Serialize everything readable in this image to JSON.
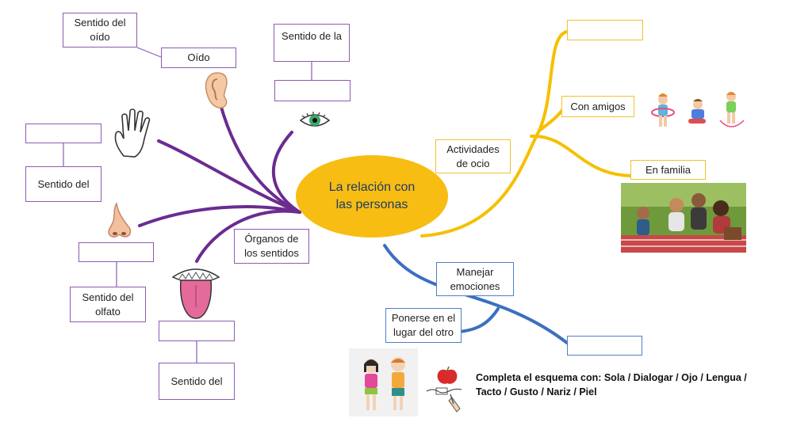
{
  "center": {
    "label": "La relación con\nlas personas"
  },
  "purple_branch": {
    "organos": "Órganos de\nlos sentidos",
    "oido_label": "Oído",
    "sentido_oido": "Sentido del\noído",
    "sentido_de_la": "Sentido de la",
    "ojo_blank": "",
    "tacto_blank": "",
    "sentido_del_tacto": "Sentido del",
    "nariz_blank": "",
    "sentido_olfato": "Sentido del\nolfato",
    "lengua_blank": "",
    "sentido_del_gusto": "Sentido del"
  },
  "yellow_branch": {
    "actividades": "Actividades\nde ocio",
    "top_blank": "",
    "con_amigos": "Con amigos",
    "en_familia": "En familia"
  },
  "blue_branch": {
    "manejar": "Manejar\nemociones",
    "ponerse": "Ponerse en el\nlugar del otro",
    "bottom_blank": ""
  },
  "instruction": "Completa el esquema con: Sola / Dialogar / Ojo / Lengua / Tacto / Gusto / Nariz / Piel",
  "colors": {
    "purple": "#6a2c91",
    "yellow": "#f5c000",
    "blue": "#3d6fbf",
    "center_fill": "#f7bd13"
  },
  "icons": [
    "ear-icon",
    "eye-icon",
    "hand-icon",
    "nose-icon",
    "tongue-icon",
    "children-playing-image",
    "family-picnic-image",
    "kids-talking-image",
    "apple-writing-icon"
  ]
}
